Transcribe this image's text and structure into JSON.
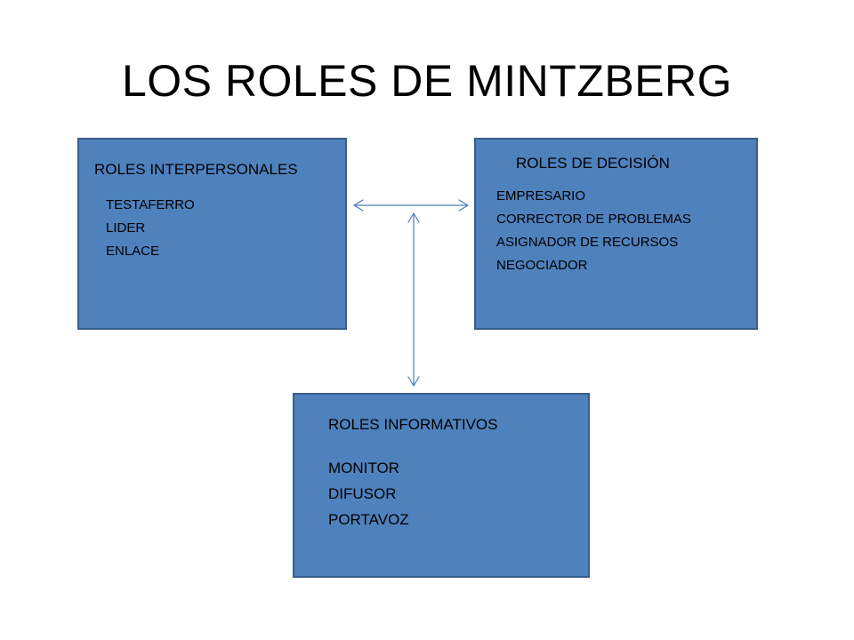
{
  "title": "LOS ROLES DE MINTZBERG",
  "boxes": {
    "interpersonal": {
      "heading": "ROLES INTERPERSONALES",
      "items": [
        "TESTAFERRO",
        "LIDER",
        "ENLACE"
      ]
    },
    "decision": {
      "heading": "ROLES DE DECISIÓN",
      "items": [
        "EMPRESARIO",
        "CORRECTOR  DE PROBLEMAS",
        "ASIGNADOR  DE RECURSOS",
        "NEGOCIADOR"
      ]
    },
    "informational": {
      "heading": "ROLES INFORMATIVOS",
      "items": [
        "MONITOR",
        "DIFUSOR",
        "PORTAVOZ"
      ]
    }
  },
  "colors": {
    "box_fill": "#4f81bd",
    "box_border": "#385d8a",
    "connector": "#4a7ebb"
  }
}
